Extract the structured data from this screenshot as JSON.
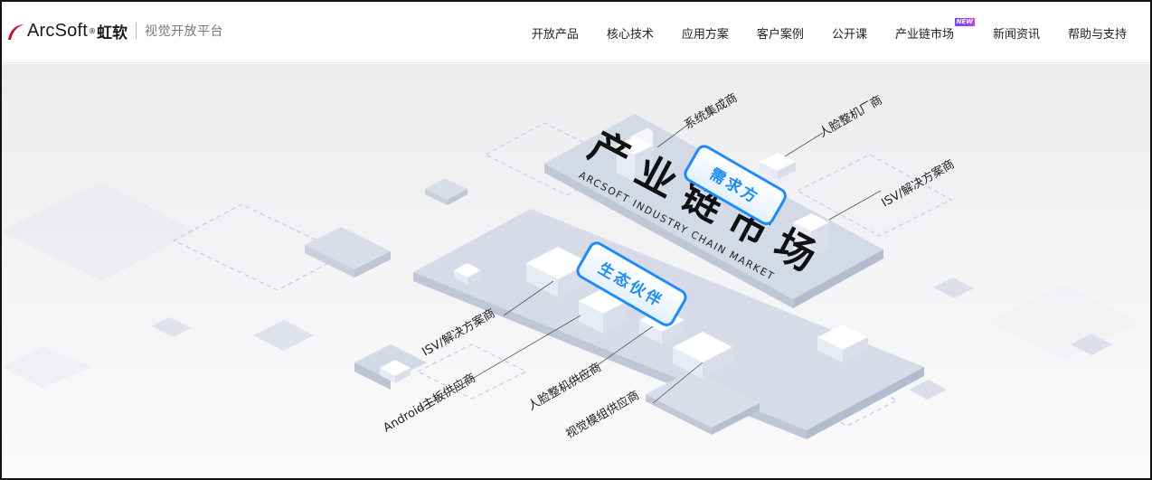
{
  "brand": {
    "name": "ArcSoft",
    "reg": "®",
    "cn_name": "虹软",
    "subtitle": "视觉开放平台"
  },
  "nav": {
    "items": [
      "开放产品",
      "核心技术",
      "应用方案",
      "客户案例",
      "公开课",
      "产业链市场",
      "新闻资讯",
      "帮助与支持"
    ],
    "badge": "NEW"
  },
  "hero": {
    "title": "产业链市场",
    "title_en": "ARCSOFT INDUSTRY CHAIN MARKET",
    "demand_tag": "需求方",
    "eco_tag": "生态伙伴",
    "demand_labels": [
      "系统集成商",
      "人脸整机厂商",
      "ISV/解决方案商"
    ],
    "eco_labels": [
      "ISV/解决方案商",
      "Android主板供应商",
      "人脸整机供应商",
      "视觉模组供应商"
    ]
  },
  "colors": {
    "accent": "#1a8cff",
    "tag_text": "#1a8cff",
    "platform": "#d6dbe8"
  }
}
